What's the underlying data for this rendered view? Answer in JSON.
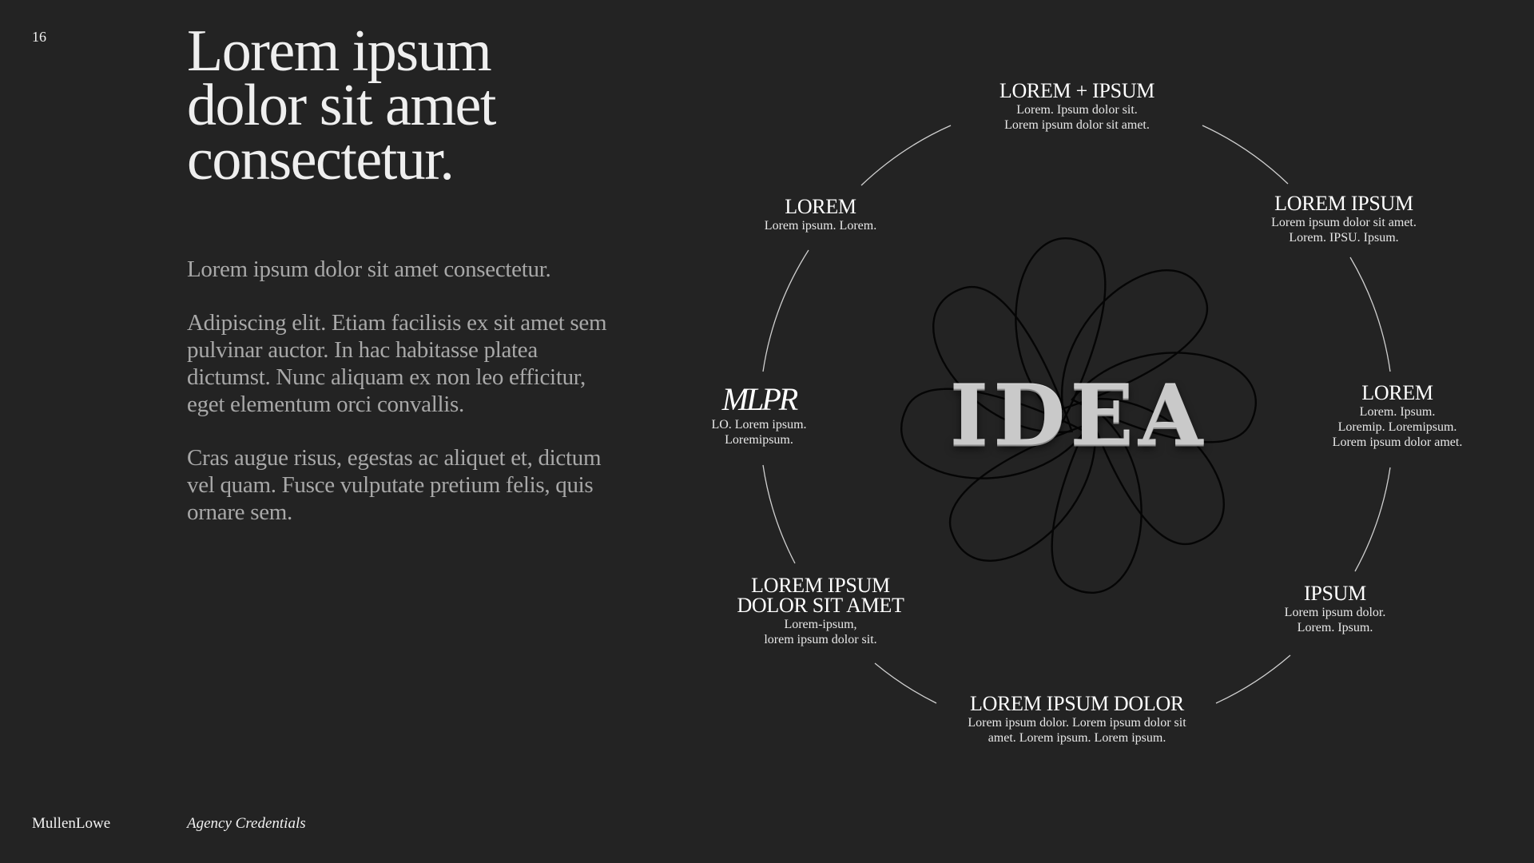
{
  "page_number": "16",
  "title_lines": [
    "Lorem ipsum",
    "dolor sit amet",
    "consectetur."
  ],
  "body": {
    "paragraph_1": "Lorem ipsum dolor sit amet consectetur.",
    "paragraph_2": "Adipiscing elit. Etiam facilisis ex sit amet sem pulvinar auctor. In hac habitasse platea dictumst. Nunc aliquam ex non leo efficitur, eget elementum orci convallis.",
    "paragraph_3": "Cras augue risus, egestas ac aliquet et, dictum vel quam. Fusce vulputate pretium felis, quis ornare sem."
  },
  "footer": {
    "brand": "MullenLowe",
    "document": "Agency Credentials"
  },
  "diagram": {
    "center_word": "IDEA",
    "nodes": {
      "top": {
        "title": "LOREM + IPSUM",
        "desc_lines": [
          "Lorem. Ipsum dolor sit.",
          "Lorem ipsum dolor sit amet."
        ]
      },
      "top_right": {
        "title": "LOREM IPSUM",
        "desc_lines": [
          "Lorem ipsum dolor sit amet.",
          "Lorem. IPSU. Ipsum."
        ]
      },
      "right": {
        "title": "LOREM",
        "desc_lines": [
          "Lorem. Ipsum.",
          "Loremip. Loremipsum.",
          "Lorem ipsum dolor amet."
        ]
      },
      "bottom_right": {
        "title": "IPSUM",
        "desc_lines": [
          "Lorem ipsum dolor.",
          "Lorem. Ipsum."
        ]
      },
      "bottom": {
        "title": "LOREM IPSUM DOLOR",
        "desc_lines": [
          "Lorem ipsum dolor. Lorem ipsum dolor sit",
          "amet. Lorem ipsum. Lorem ipsum."
        ]
      },
      "bottom_left": {
        "title_lines": [
          "LOREM IPSUM",
          "DOLOR SIT AMET"
        ],
        "desc_lines": [
          "Lorem-ipsum,",
          "lorem ipsum dolor sit."
        ]
      },
      "left": {
        "logo": "MLPR",
        "desc_lines": [
          "LO. Lorem ipsum.",
          "Loremipsum."
        ]
      },
      "top_left": {
        "title": "LOREM",
        "desc_lines": [
          "Lorem ipsum. Lorem."
        ]
      }
    }
  }
}
